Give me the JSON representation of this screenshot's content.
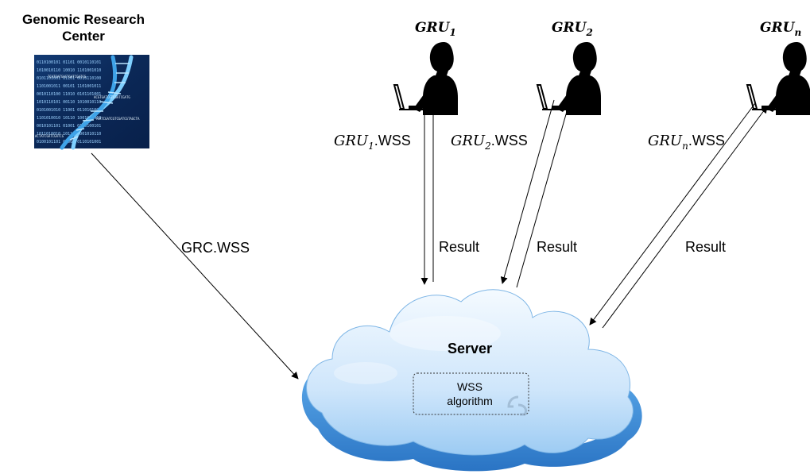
{
  "grc": {
    "title_line1": "Genomic Research",
    "title_line2": "Center",
    "arrow_label": "GRC.WSS"
  },
  "users": [
    {
      "name": "GRU",
      "sub": "1",
      "send_base": "GRU",
      "send_sub": "1",
      "send_suffix": ".WSS",
      "result_label": "Result"
    },
    {
      "name": "GRU",
      "sub": "2",
      "send_base": "GRU",
      "send_sub": "2",
      "send_suffix": ".WSS",
      "result_label": "Result"
    },
    {
      "name": "GRU",
      "sub": "n",
      "send_base": "GRU",
      "send_sub": "n",
      "send_suffix": ".WSS",
      "result_label": "Result"
    }
  ],
  "server": {
    "title": "Server",
    "algorithm_line1": "WSS",
    "algorithm_line2": "algorithm"
  },
  "colors": {
    "cloud_light": "#e8f4ff",
    "cloud_mid": "#8ec5f0",
    "cloud_dark": "#3f8fd6",
    "dna_bg": "#0d2a5c",
    "dna_helix": "#6fc3ff",
    "person": "#000000"
  }
}
